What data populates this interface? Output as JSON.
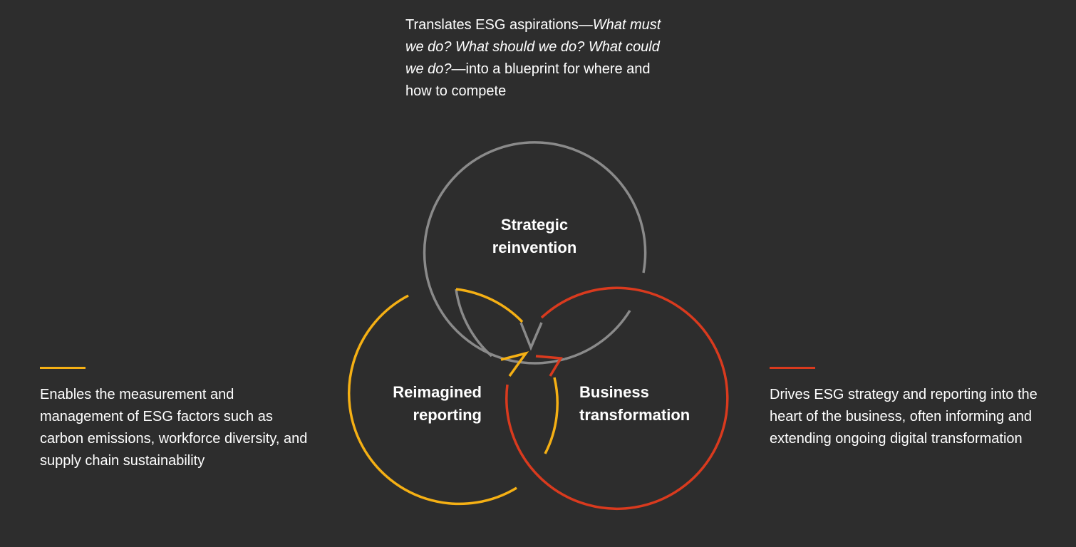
{
  "intro": {
    "lead": "Translates ESG aspirations—",
    "questions": "What must we do? What should we do? What could we do?",
    "tail": "—into a blueprint for where and how to compete"
  },
  "circles": {
    "strategic": {
      "label_line1": "Strategic",
      "label_line2": "reinvention",
      "color": "#8a8a8a"
    },
    "reporting": {
      "label_line1": "Reimagined",
      "label_line2": "reporting",
      "color": "#f5b014"
    },
    "business": {
      "label_line1": "Business",
      "label_line2": "transformation",
      "color": "#d93a1e"
    }
  },
  "left_panel": {
    "text": "Enables the measurement and management of ESG factors such as carbon emissions, workforce diversity, and supply chain sustainability",
    "accent_color": "#f5b014"
  },
  "right_panel": {
    "text": "Drives ESG strategy and reporting into the heart of the business, often informing and extending ongoing digital transformation",
    "accent_color": "#d93a1e"
  },
  "colors": {
    "background": "#2d2d2d",
    "text": "#ffffff"
  }
}
